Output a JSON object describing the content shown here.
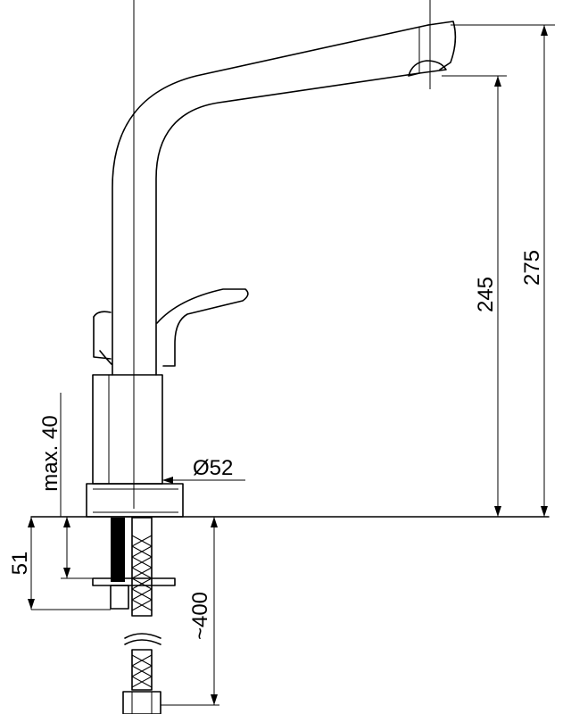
{
  "dimensions": {
    "height_spout_outlet": "245",
    "height_total": "275",
    "max_mounting_thickness": "max. 40",
    "base_diameter": "Ø52",
    "shank_length": "51",
    "hose_length": "~400"
  }
}
